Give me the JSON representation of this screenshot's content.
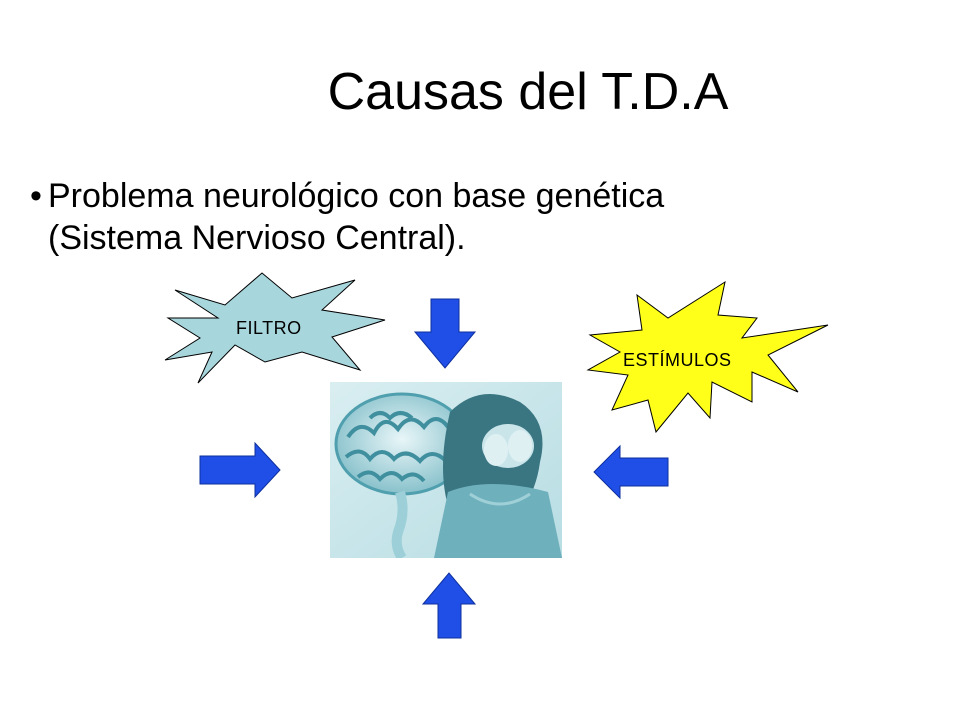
{
  "slide": {
    "title": "Causas del T.D.A",
    "bullets": [
      {
        "mark": "•",
        "line1": "Problema neurológico con base genética",
        "line2": "(Sistema Nervioso Central)."
      }
    ]
  },
  "diagram": {
    "filter_burst": {
      "label": "FILTRO",
      "color": "#a8d6dd"
    },
    "stimuli_burst": {
      "label": "ESTÍMULOS",
      "color": "#ffff1a"
    },
    "arrow_color": "#1f4fe6",
    "arrow_outline": "#0d2f9e",
    "photo_tint": "#8fc3cc"
  }
}
